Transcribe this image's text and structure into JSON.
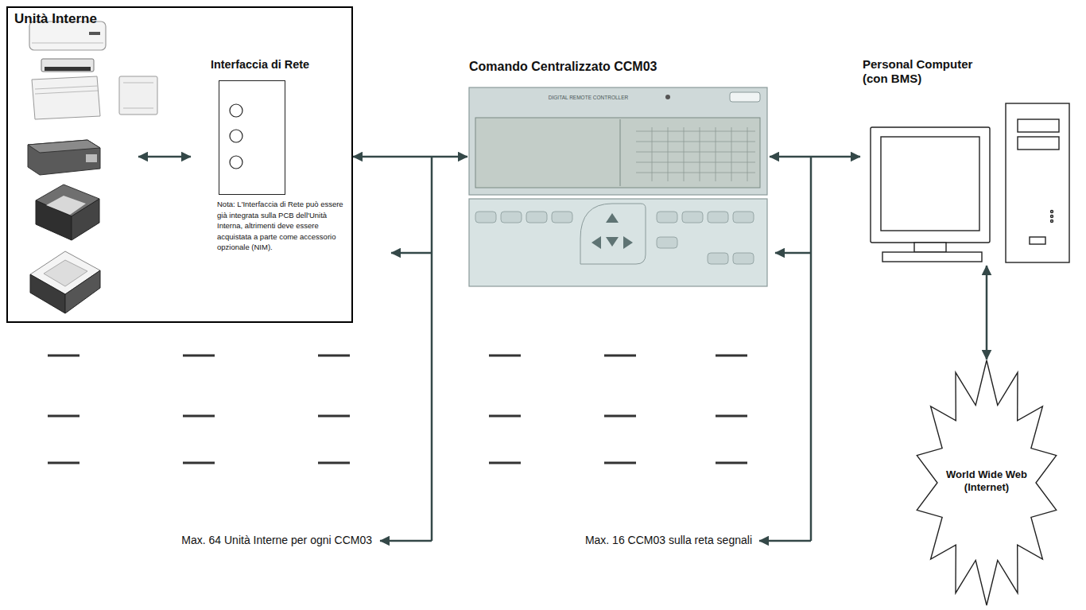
{
  "diagram": {
    "nodes": [
      {
        "text": [
          "Unità Interne",
          "Nota: L'Interfaccia di Rete può essere già integrata sulla PCB dell'Unità Interna, altrimenti deve essere acquistata a parte come accessorio opzionale (NIM)."
        ]
      },
      {
        "text": [
          "Interfaccia di Rete"
        ],
        "in": 0
      },
      {
        "text": [
          "Comando Centralizzato CCM03"
        ]
      },
      {
        "text": [
          "Personal Computer (con BMS)"
        ]
      },
      {
        "text": [
          "World Wide Web (Internet)"
        ]
      }
    ],
    "edges": [
      {
        "from": 0,
        "to": 2,
        "arrow": "both"
      },
      {
        "from": 2,
        "to": 3,
        "arrow": "both"
      },
      {
        "from": 3,
        "to": 4,
        "arrow": "both"
      }
    ],
    "labels": [
      "DIGITAL REMOTE CONTROLLER",
      "Max. 64 Unità Interne per ogni CCM03",
      "Max. 16 CCM03 sulla reta segnali"
    ]
  }
}
